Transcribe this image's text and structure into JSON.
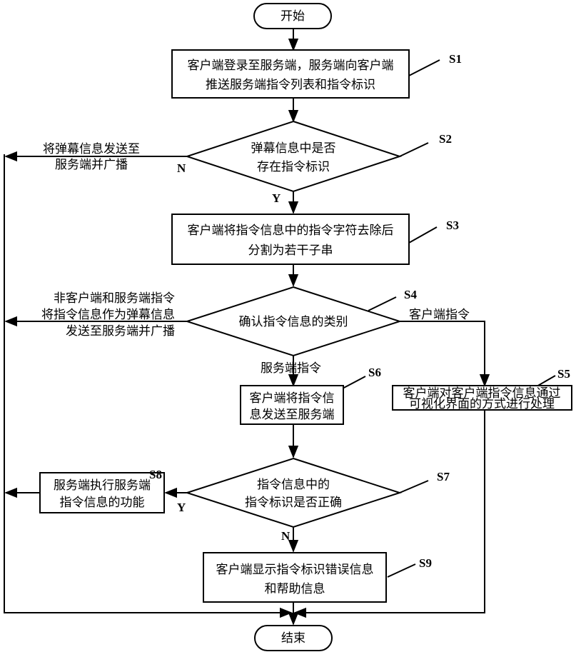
{
  "terminals": {
    "start": "开始",
    "end": "结束"
  },
  "steps": {
    "s1": {
      "label": "S1",
      "lines": [
        "客户端登录至服务端，服务端向客户端",
        "推送服务端指令列表和指令标识"
      ]
    },
    "s2": {
      "label": "S2",
      "lines": [
        "弹幕信息中是否",
        "存在指令标识"
      ]
    },
    "s3": {
      "label": "S3",
      "lines": [
        "客户端将指令信息中的指令字符去除后",
        "分割为若干子串"
      ]
    },
    "s4": {
      "label": "S4",
      "lines": [
        "确认指令信息的类别"
      ]
    },
    "s5": {
      "label": "S5",
      "lines": [
        "客户端对客户端指令信息通过",
        "可视化界面的方式进行处理"
      ]
    },
    "s6": {
      "label": "S6",
      "lines": [
        "客户端将指令信",
        "息发送至服务端"
      ]
    },
    "s7": {
      "label": "S7",
      "lines": [
        "指令信息中的",
        "指令标识是否正确"
      ]
    },
    "s8": {
      "label": "S8",
      "lines": [
        "服务端执行服务端",
        "指令信息的功能"
      ]
    },
    "s9": {
      "label": "S9",
      "lines": [
        "客户端显示指令标识错误信息",
        "和帮助信息"
      ]
    }
  },
  "annotations": {
    "s2_no_action": [
      "将弹幕信息发送至",
      "服务端并广播"
    ],
    "s2_no": "N",
    "s2_yes": "Y",
    "s4_other": [
      "非客户端和服务端指令",
      "将指令信息作为弹幕信息",
      "发送至服务端并广播"
    ],
    "s4_client": "客户端指令",
    "s4_server": "服务端指令",
    "s7_yes": "Y",
    "s7_no": "N"
  }
}
